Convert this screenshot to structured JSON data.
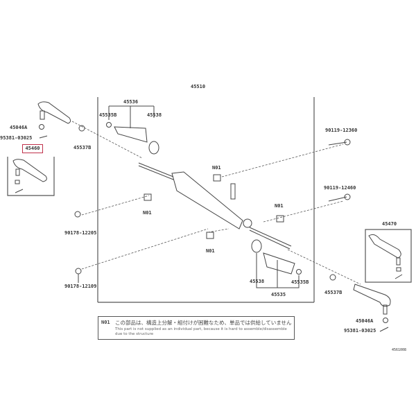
{
  "diagram": {
    "assembly_number": "45510",
    "highlighted_part": "45460",
    "labels": {
      "boot_set": "45536",
      "clamp_left": "45535B",
      "band_left": "45538",
      "nut_left_tie": "45046A",
      "pin_left": "95381-03025",
      "lock_nut_left": "45537B",
      "bolt_upper": "90119-12360",
      "bolt_lower": "90119-12460",
      "n01_a": "N01",
      "n01_b": "N01",
      "n01_c": "N01",
      "n01_d": "N01",
      "nut_upper_left": "90178-12205",
      "nut_lower_left": "90178-12109",
      "tie_end_right": "45470",
      "band_right": "45538",
      "clamp_right": "45535B",
      "boot_right": "45535",
      "lock_nut_right": "45537B",
      "nut_right_tie": "45046A",
      "pin_right": "95381-03025"
    },
    "note": {
      "tag": "N01",
      "japanese": "この部品は、構造上分解・組付けが困難なため、単品では供給していません",
      "english": "This part is not supplied as an individual part, because it is hard to assemble/disassemble due to the structure"
    },
    "illustration_code": "4561008"
  },
  "colors": {
    "highlight": "#c0304a",
    "line": "#444444"
  }
}
